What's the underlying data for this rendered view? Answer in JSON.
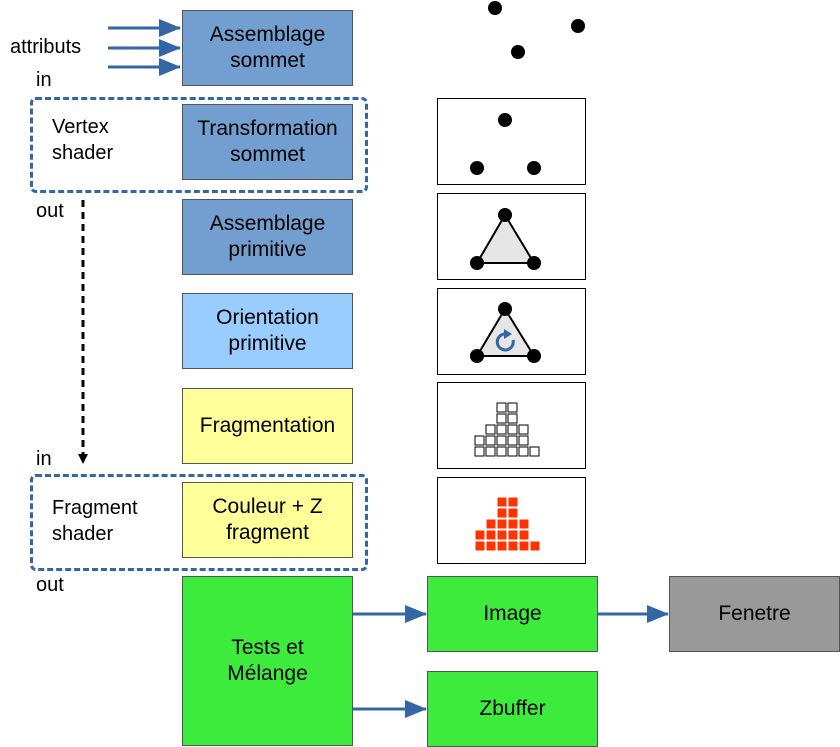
{
  "inputs": {
    "attributs": "attributs"
  },
  "vertex_shader": {
    "label": "Vertex\nshader",
    "in": "in",
    "out": "out"
  },
  "fragment_shader": {
    "label": "Fragment\nshader",
    "in": "in",
    "out": "out"
  },
  "stages": {
    "assemblage_sommet": "Assemblage\nsommet",
    "transformation_sommet": "Transformation\nsommet",
    "assemblage_primitive": "Assemblage\nprimitive",
    "orientation_primitive": "Orientation\nprimitive",
    "fragmentation": "Fragmentation",
    "couleur_z": "Couleur  + Z\nfragment",
    "tests_melange": "Tests et\nMélange"
  },
  "outputs": {
    "image": "Image",
    "zbuffer": "Zbuffer",
    "fenetre": "Fenetre"
  },
  "colors": {
    "dark_blue": "#729fcf",
    "light_blue": "#99ccff",
    "yellow": "#ffff99",
    "green": "#3deb3d",
    "gray": "#999999",
    "arrow_blue": "#3465a4",
    "fragment_red": "#ff3300"
  }
}
